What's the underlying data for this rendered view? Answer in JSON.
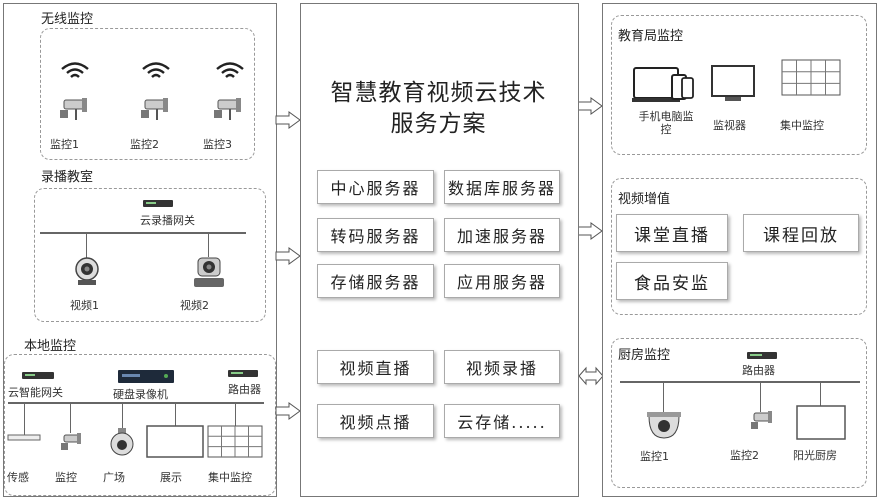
{
  "main": {
    "title_line1": "智慧教育视频云技术",
    "title_line2": "服务方案",
    "servers": [
      "中心服务器",
      "数据库服务器",
      "转码服务器",
      "加速服务器",
      "存储服务器",
      "应用服务器"
    ],
    "services": [
      "视频直播",
      "视频录播",
      "视频点播",
      "云存储....."
    ]
  },
  "wireless": {
    "title": "无线监控",
    "cameras": [
      "监控1",
      "监控2",
      "监控3"
    ]
  },
  "classroom": {
    "title": "录播教室",
    "gateway": "云录播网关",
    "videos": [
      "视频1",
      "视频2"
    ]
  },
  "local": {
    "title": "本地监控",
    "gateway": "云智能网关",
    "nvr": "硬盘录像机",
    "router": "路由器",
    "items": [
      "传感",
      "监控",
      "广场",
      "展示",
      "集中监控"
    ]
  },
  "bureau": {
    "title": "教育局监控",
    "devices": [
      "手机电脑监控",
      "监视器",
      "集中监控"
    ]
  },
  "value": {
    "title": "视频增值",
    "items": [
      "课堂直播",
      "课程回放",
      "食品安监"
    ]
  },
  "kitchen": {
    "title": "厨房监控",
    "router": "路由器",
    "items": [
      "监控1",
      "监控2",
      "阳光厨房"
    ]
  }
}
